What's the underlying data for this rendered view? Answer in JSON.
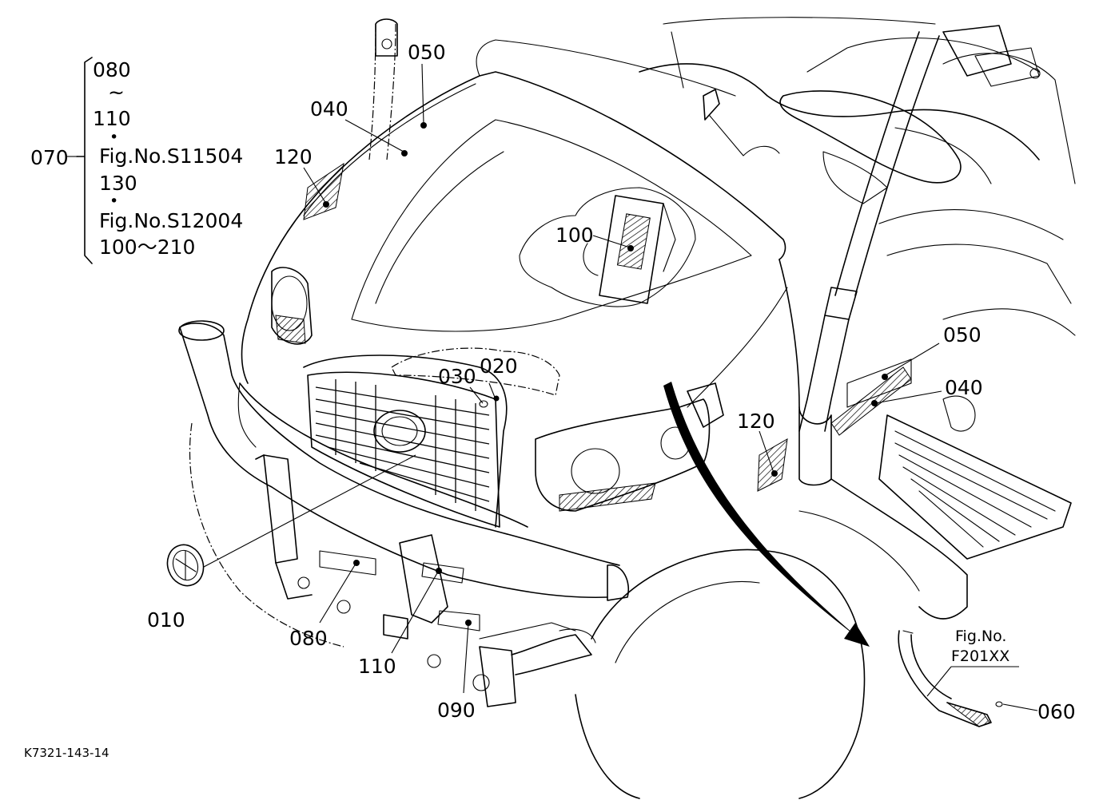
{
  "parts": {
    "p010": "010",
    "p020": "020",
    "p030": "030",
    "p040_top": "040",
    "p040_right": "040",
    "p050_top": "050",
    "p050_right": "050",
    "p060": "060",
    "p080": "080",
    "p090": "090",
    "p100": "100",
    "p110": "110",
    "p120_left": "120",
    "p120_right": "120"
  },
  "bracket_note": {
    "label": "070",
    "lines": [
      "080",
      "~",
      "110",
      "•",
      "Fig.No.S11504",
      "130",
      "•",
      "Fig.No.S12004",
      "100～210"
    ]
  },
  "ref_note": {
    "line1": "Fig.No.",
    "line2": "F201XX"
  },
  "drawing_code": "K7321-143-14"
}
